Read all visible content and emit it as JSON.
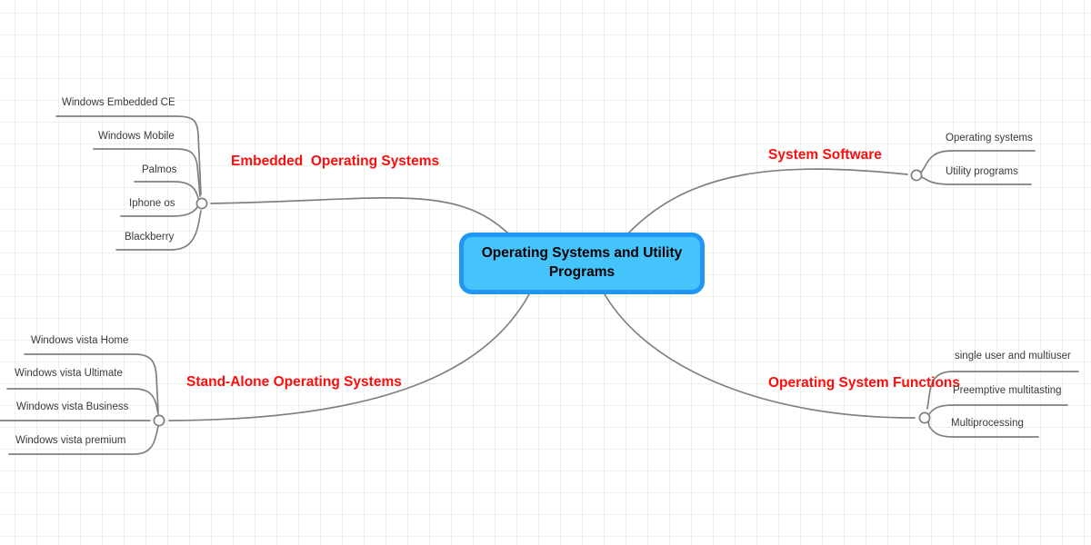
{
  "diagram": {
    "type": "mind-map",
    "central_node": {
      "label": "Operating Systems and Utility Programs",
      "fill_color": "#45c3fb",
      "border_color": "#2196f3",
      "text_color": "#000000"
    },
    "branch_color": "#fd0d0d",
    "connector_color": "#808080",
    "grid_color": "#edf3e4",
    "background_color": "#ffffff",
    "branches": [
      {
        "id": "embedded-operating-systems",
        "label": "Embedded  Operating Systems",
        "position": "top-left",
        "leaves": [
          {
            "label": "Windows Embedded CE"
          },
          {
            "label": "Windows Mobile"
          },
          {
            "label": "Palmos"
          },
          {
            "label": "Iphone os"
          },
          {
            "label": "Blackberry"
          }
        ]
      },
      {
        "id": "system-software",
        "label": "System Software",
        "position": "top-right",
        "leaves": [
          {
            "label": "Operating systems"
          },
          {
            "label": "Utility programs"
          }
        ]
      },
      {
        "id": "stand-alone-operating-systems",
        "label": "Stand-Alone Operating Systems",
        "position": "bottom-left",
        "leaves": [
          {
            "label": "Windows vista Home"
          },
          {
            "label": "Windows vista Ultimate"
          },
          {
            "label": "Windows vista Business"
          },
          {
            "label": "Windows vista premium"
          }
        ]
      },
      {
        "id": "operating-system-functions",
        "label": "Operating System Functions",
        "position": "bottom-right",
        "leaves": [
          {
            "label": "single user and multiuser"
          },
          {
            "label": "Preemptive multitasting"
          },
          {
            "label": "Multiprocessing"
          }
        ]
      }
    ]
  }
}
